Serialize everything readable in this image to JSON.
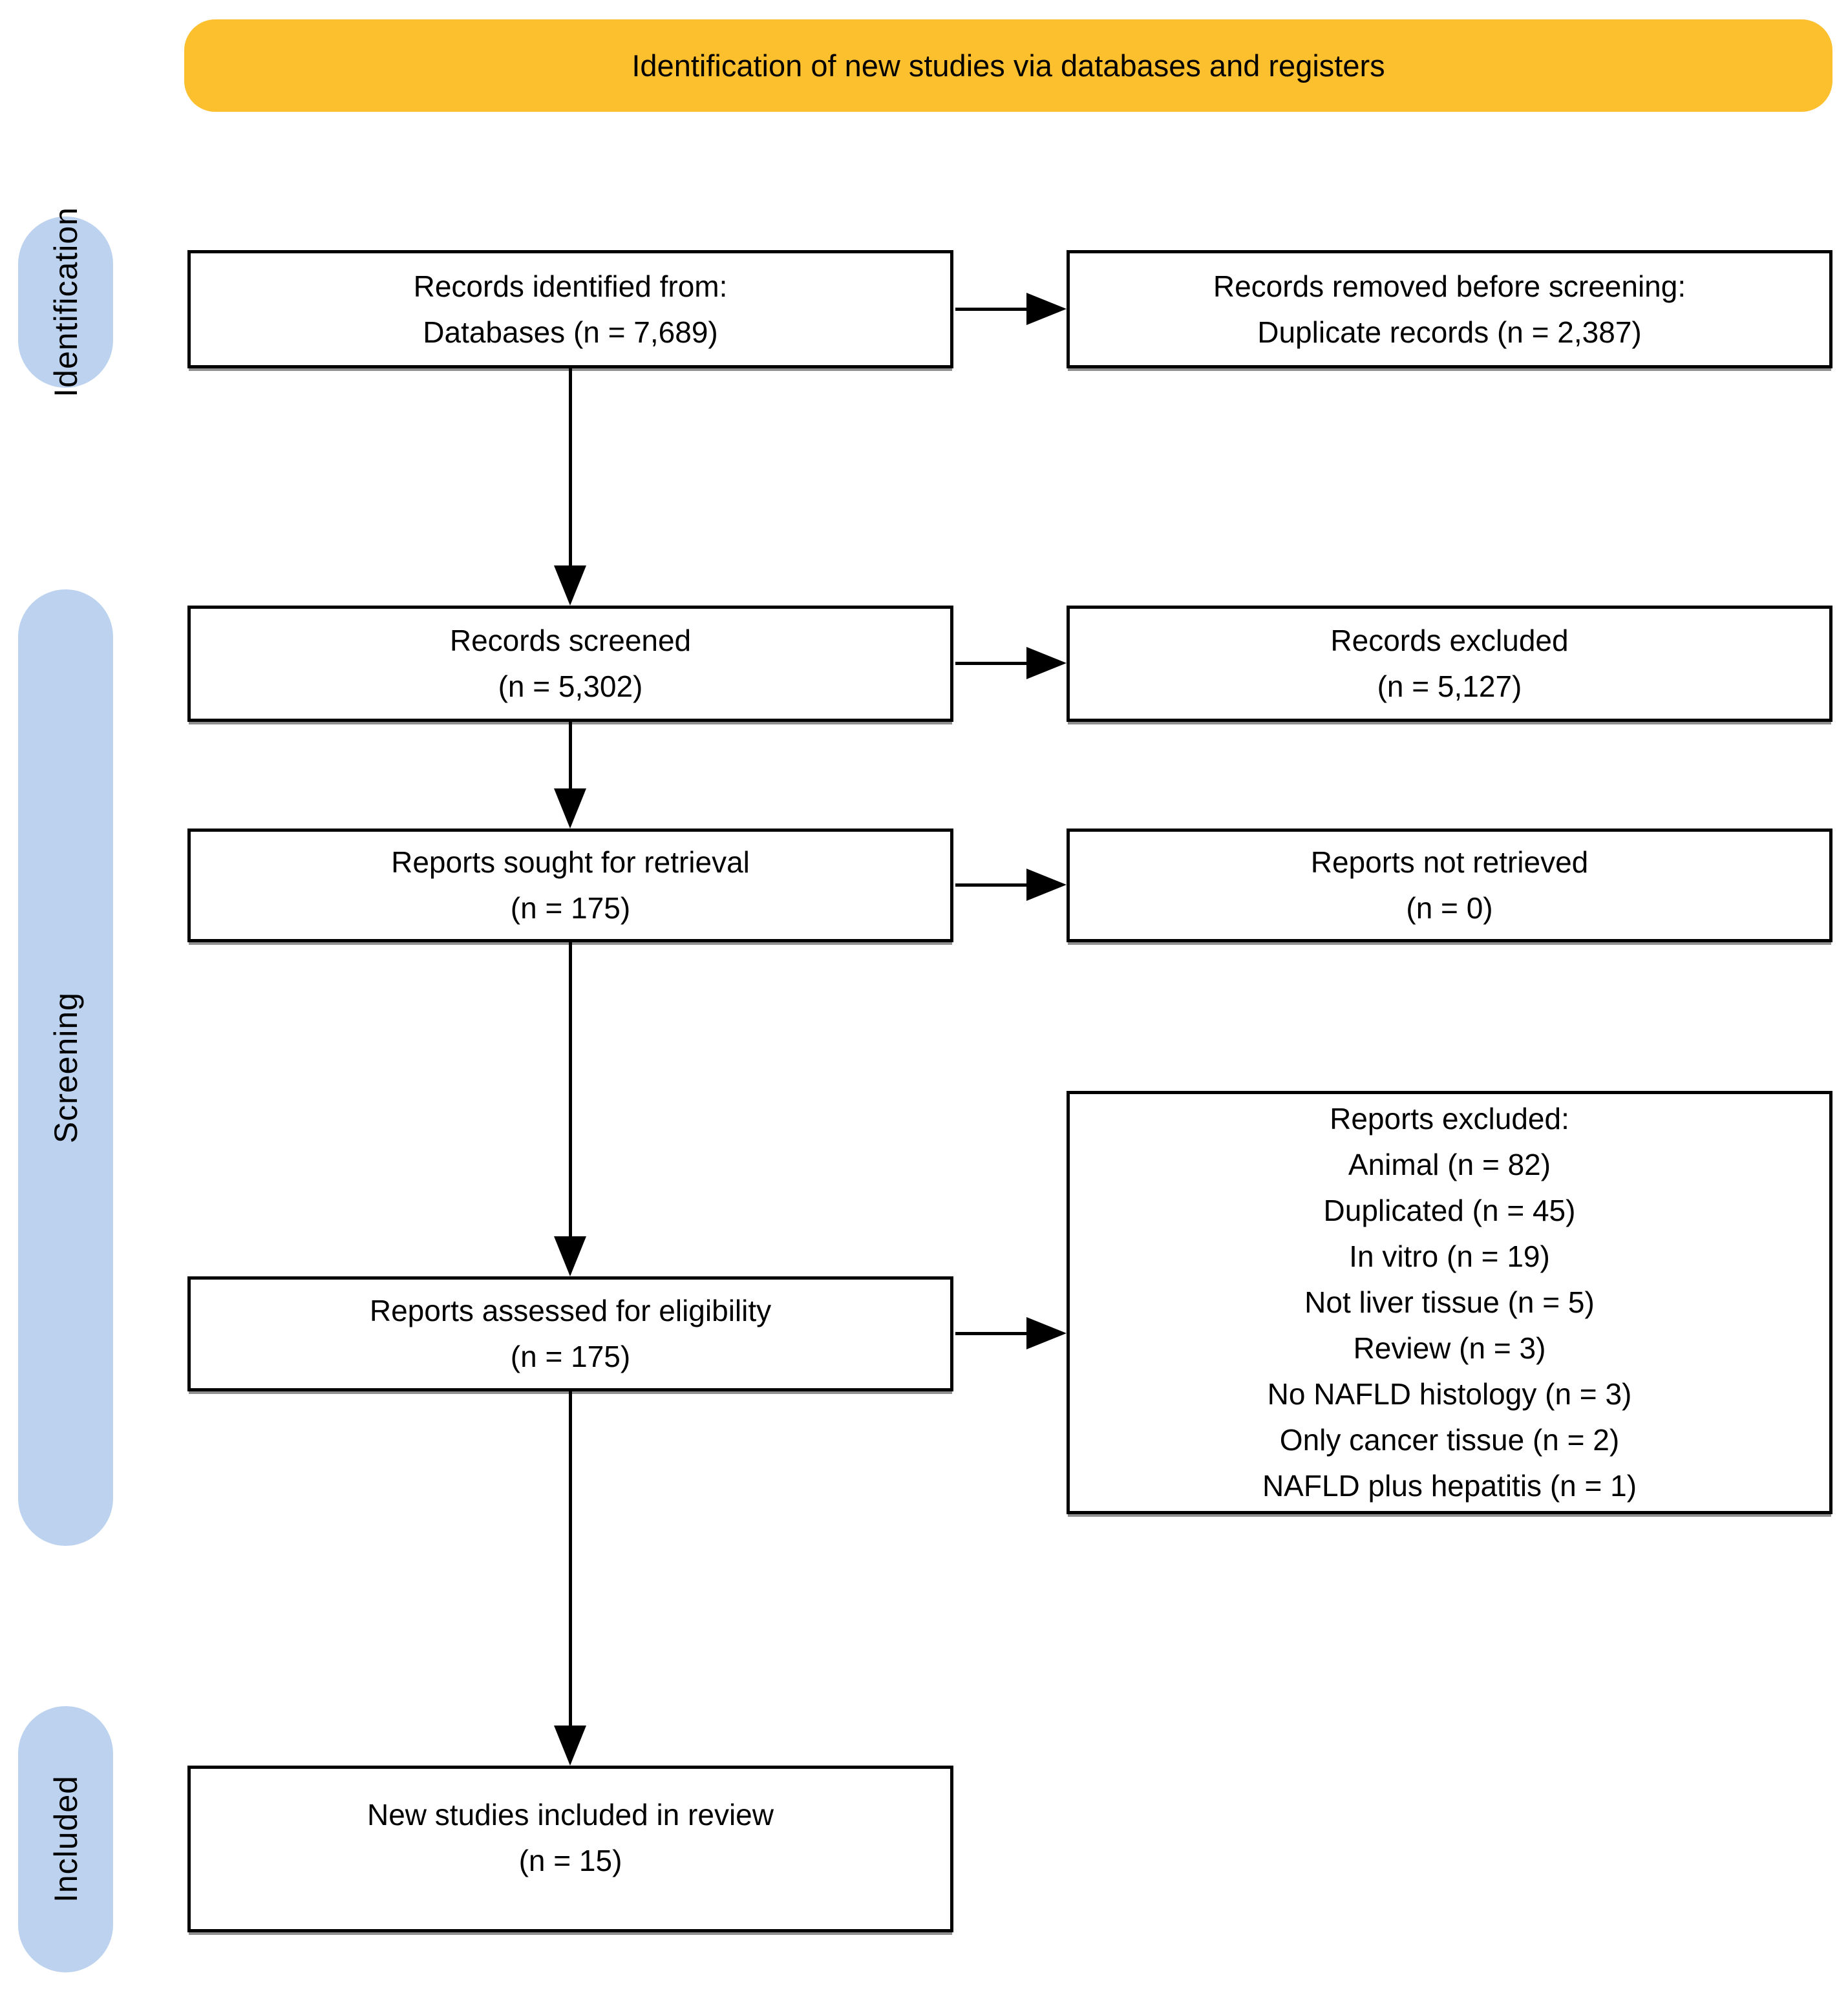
{
  "banner": {
    "title": "Identification of new studies via databases and registers"
  },
  "stages": [
    {
      "label": "Identification"
    },
    {
      "label": "Screening"
    },
    {
      "label": "Included"
    }
  ],
  "flow": {
    "records_identified": {
      "line1": "Records identified from:",
      "line2": "Databases (n = 7,689)"
    },
    "records_removed": {
      "line1": "Records removed before screening:",
      "line2": "Duplicate records (n = 2,387)"
    },
    "records_screened": {
      "line1": "Records screened",
      "line2": "(n = 5,302)"
    },
    "records_excluded": {
      "line1": "Records excluded",
      "line2": "(n = 5,127)"
    },
    "reports_sought": {
      "line1": "Reports sought for retrieval",
      "line2": "(n = 175)"
    },
    "reports_not_retrieved": {
      "line1": "Reports not retrieved",
      "line2": "(n = 0)"
    },
    "reports_assessed": {
      "line1": "Reports assessed for eligibility",
      "line2": "(n = 175)"
    },
    "reports_excluded": {
      "title": "Reports excluded:",
      "reasons": [
        "Animal (n = 82)",
        "Duplicated (n = 45)",
        "In vitro (n = 19)",
        "Not liver tissue (n = 5)",
        "Review (n = 3)",
        "No NAFLD histology (n = 3)",
        "Only cancer tissue (n = 2)",
        "NAFLD plus hepatitis (n = 1)"
      ]
    },
    "new_studies_included": {
      "line1": "New studies included in review",
      "line2": "(n = 15)"
    }
  },
  "colors": {
    "banner_bg": "#FCBF2D",
    "stage_pill_bg": "#BCD2EE",
    "box_border": "#000000",
    "text": "#000000",
    "background": "#FFFFFF"
  }
}
